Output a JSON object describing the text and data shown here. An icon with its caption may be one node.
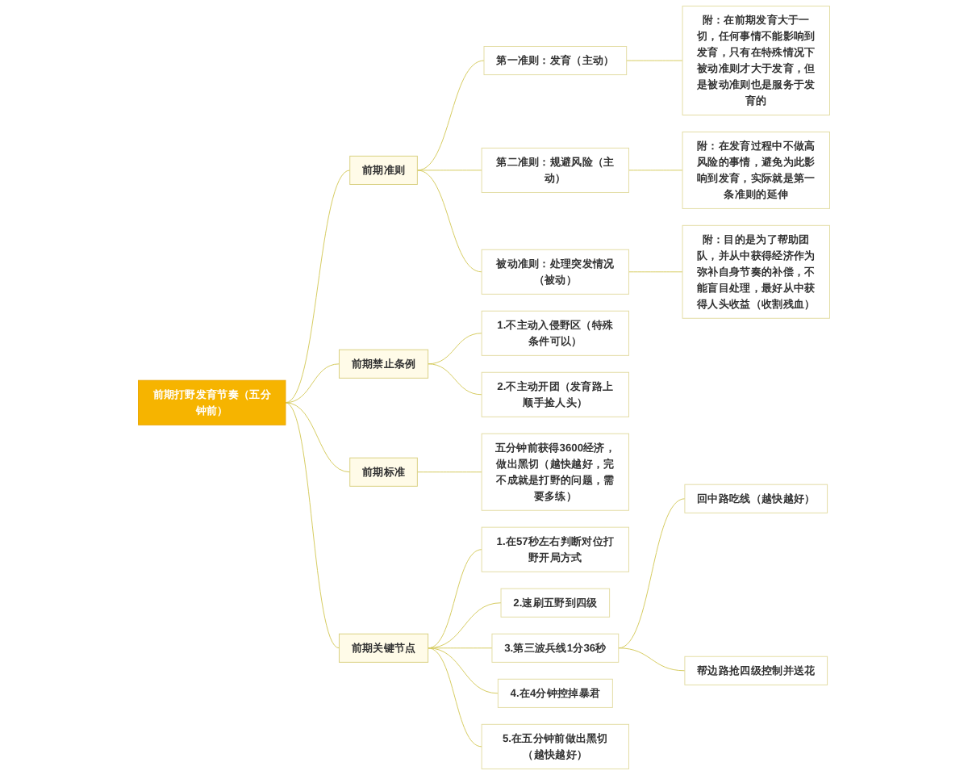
{
  "diagram": {
    "nodes": [
      {
        "text": [
          "前期打野发育节奏（五分钟前）"
        ]
      },
      {
        "text": [
          "前期准则"
        ]
      },
      {
        "text": [
          "第一准则：发育（主动）"
        ]
      },
      {
        "text": [
          "附：在前期发育大于一切，任何事情不能影响到发育，只有在特殊情况下被动准则才大于发育，但是被动准则也是服务于发育的"
        ]
      },
      {
        "text": [
          "第二准则：规避风险（主动）"
        ]
      },
      {
        "text": [
          "附：在发育过程中不做高风险的事情，避免为此影响到发育，实际就是第一条准则的延伸"
        ]
      },
      {
        "text": [
          "被动准则：处理突发情况（被动）"
        ]
      },
      {
        "text": [
          "附：目的是为了帮助团队，并从中获得经济作为弥补自身节奏的补偿，不能盲目处理，最好从中获得人头收益（收割残血）"
        ]
      },
      {
        "text": [
          "前期禁止条例"
        ]
      },
      {
        "text": [
          "1.不主动入侵野区（特殊条件可以）"
        ]
      },
      {
        "text": [
          "2.不主动开团（发育路上顺手捡人头）"
        ]
      },
      {
        "text": [
          "前期标准"
        ]
      },
      {
        "text": [
          "五分钟前获得3600经济，做出黑切（越快越好，完不成就是打野的问题，需要多练）"
        ]
      },
      {
        "text": [
          "前期关键节点"
        ]
      },
      {
        "text": [
          "1.在57秒左右判断对位打野开局方式"
        ]
      },
      {
        "text": [
          "2.速刷五野到四级"
        ]
      },
      {
        "text": [
          "3.第三波兵线1分36秒"
        ]
      },
      {
        "text": [
          "回中路吃线（越快越好）"
        ]
      },
      {
        "text": [
          "帮边路抢四级控制并送花"
        ]
      },
      {
        "text": [
          "4.在4分钟控掉暴君"
        ]
      },
      {
        "text": [
          "5.在五分钟前做出黑切（越快越好）"
        ]
      }
    ],
    "edges": [
      {
        "from": 0,
        "to": 1,
        "arrow": "none"
      },
      {
        "from": 1,
        "to": 2,
        "arrow": "none"
      },
      {
        "from": 2,
        "to": 3,
        "arrow": "none"
      },
      {
        "from": 1,
        "to": 4,
        "arrow": "none"
      },
      {
        "from": 4,
        "to": 5,
        "arrow": "none"
      },
      {
        "from": 1,
        "to": 6,
        "arrow": "none"
      },
      {
        "from": 6,
        "to": 7,
        "arrow": "none"
      },
      {
        "from": 0,
        "to": 8,
        "arrow": "none"
      },
      {
        "from": 8,
        "to": 9,
        "arrow": "none"
      },
      {
        "from": 8,
        "to": 10,
        "arrow": "none"
      },
      {
        "from": 0,
        "to": 11,
        "arrow": "none"
      },
      {
        "from": 11,
        "to": 12,
        "arrow": "none"
      },
      {
        "from": 0,
        "to": 13,
        "arrow": "none"
      },
      {
        "from": 13,
        "to": 14,
        "arrow": "none"
      },
      {
        "from": 13,
        "to": 15,
        "arrow": "none"
      },
      {
        "from": 13,
        "to": 16,
        "arrow": "none"
      },
      {
        "from": 16,
        "to": 17,
        "arrow": "none"
      },
      {
        "from": 16,
        "to": 18,
        "arrow": "none"
      },
      {
        "from": 13,
        "to": 19,
        "arrow": "none"
      },
      {
        "from": 13,
        "to": 20,
        "arrow": "none"
      }
    ]
  }
}
